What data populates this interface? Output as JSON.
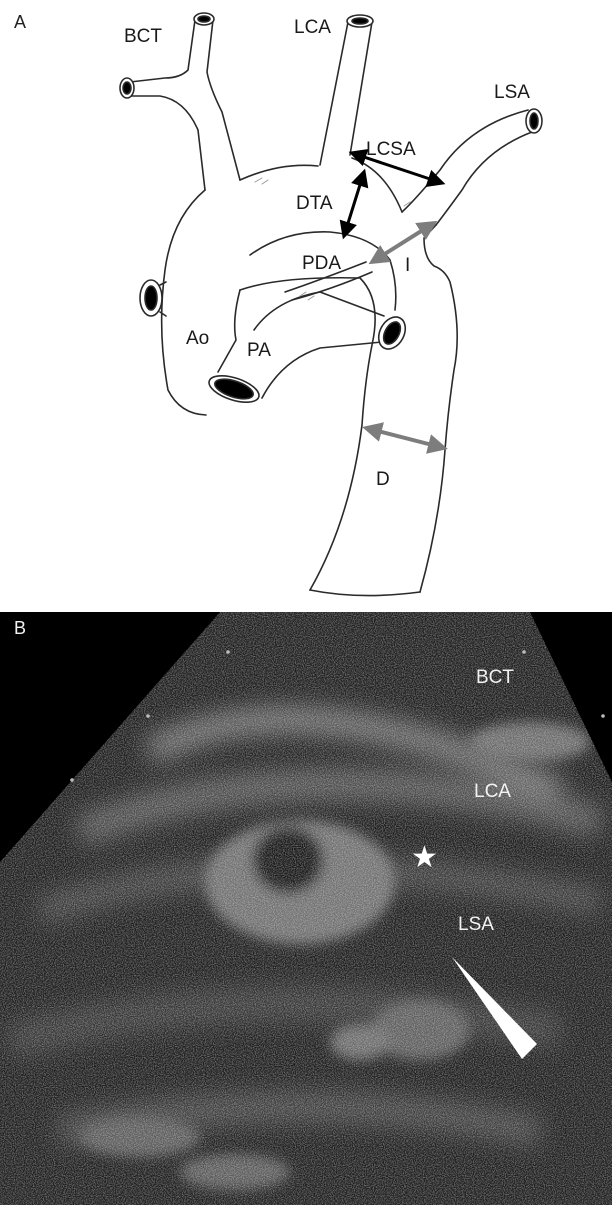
{
  "panel_a": {
    "letter": "A",
    "labels": {
      "bct": "BCT",
      "lca": "LCA",
      "lsa": "LSA",
      "lcsa": "LCSA",
      "dta": "DTA",
      "pda": "PDA",
      "i": "I",
      "ao": "Ao",
      "pa": "PA",
      "d": "D"
    },
    "colors": {
      "outline": "#2a2a2a",
      "arrow_black": "#000000",
      "arrow_gray": "#808080"
    }
  },
  "panel_b": {
    "letter": "B",
    "labels": {
      "bct": "BCT",
      "lca": "LCA",
      "lsa": "LSA"
    },
    "marker_star": "★",
    "colors": {
      "background": "#000000",
      "label": "#f2f2f2"
    }
  }
}
